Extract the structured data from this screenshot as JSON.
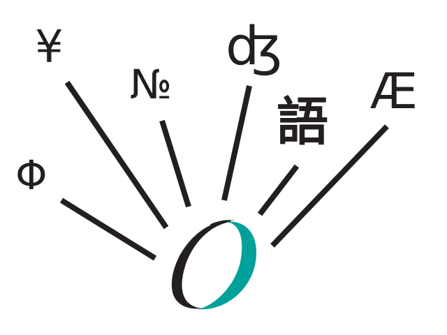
{
  "colors": {
    "ink": "#231f20",
    "accent": "#00a19a",
    "background": "#ffffff"
  },
  "glyphs": {
    "phi": "Φ",
    "yen": "¥",
    "numero": "№",
    "dezh": "ʤ",
    "go": "語",
    "ae": "Æ"
  },
  "logo": {
    "letter": "O",
    "icon": "omniglot-o-logo"
  }
}
